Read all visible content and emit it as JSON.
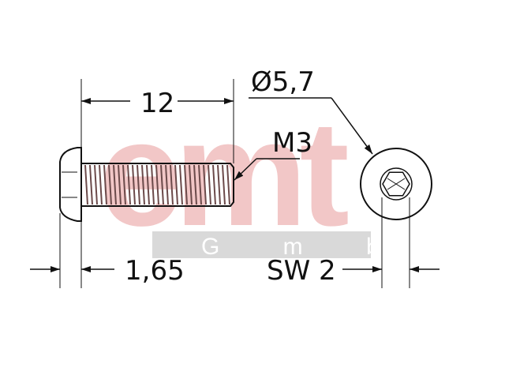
{
  "watermark": {
    "brand": "emt",
    "company": "G m b H",
    "brand_color": "#f2c7c7",
    "band_color": "#d9d9d9"
  },
  "dimensions": {
    "length": "12",
    "head_diameter": "Ø5,7",
    "thread": "M3",
    "head_height": "1,65",
    "socket_size": "SW 2"
  },
  "colors": {
    "line": "#111111",
    "screw": "#6b4a4a"
  }
}
